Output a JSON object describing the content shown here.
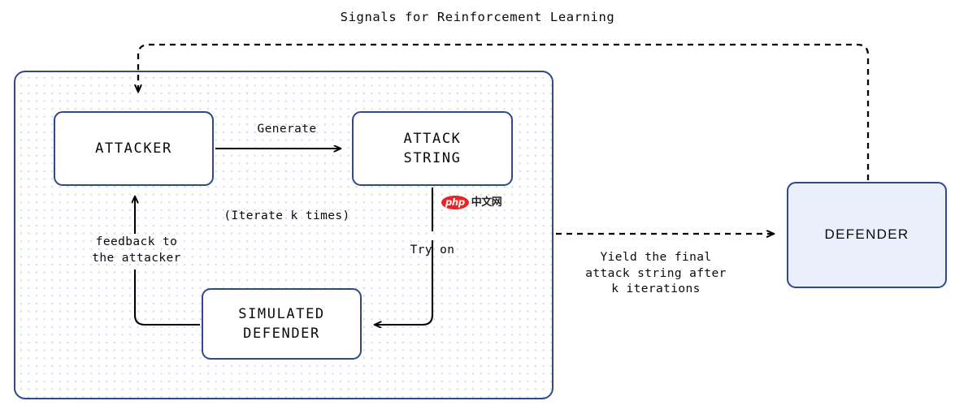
{
  "diagram": {
    "title": "Signals for Reinforcement Learning",
    "type": "flow-diagram",
    "colors": {
      "box_border": "#2e4a8c",
      "defender_fill": "#e9effb",
      "dot_pattern": "#c9d6f2",
      "arrow": "#000000",
      "watermark_red": "#e62020"
    },
    "nodes": [
      {
        "id": "attacker",
        "label": "ATTACKER"
      },
      {
        "id": "attack-string",
        "label": "ATTACK\nSTRING"
      },
      {
        "id": "simulated-defender",
        "label": "SIMULATED\nDEFENDER"
      },
      {
        "id": "defender",
        "label": "DEFENDER"
      }
    ],
    "edges": [
      {
        "id": "generate",
        "label": "Generate",
        "style": "solid",
        "from": "attacker",
        "to": "attack-string"
      },
      {
        "id": "try-on",
        "label": "Try on",
        "style": "solid",
        "from": "attack-string",
        "to": "simulated-defender"
      },
      {
        "id": "feedback",
        "label": "feedback to\nthe attacker",
        "style": "solid",
        "from": "simulated-defender",
        "to": "attacker"
      },
      {
        "id": "yield",
        "label": "Yield the final\nattack string after\nk iterations",
        "style": "dashed",
        "from": "loop",
        "to": "defender"
      },
      {
        "id": "signals",
        "label": "Signals for Reinforcement Learning",
        "style": "dashed",
        "from": "defender",
        "to": "loop"
      }
    ],
    "loop_container": {
      "label": "(Iterate k times)"
    },
    "watermark": {
      "php": "php",
      "chinese": "中文网"
    }
  }
}
